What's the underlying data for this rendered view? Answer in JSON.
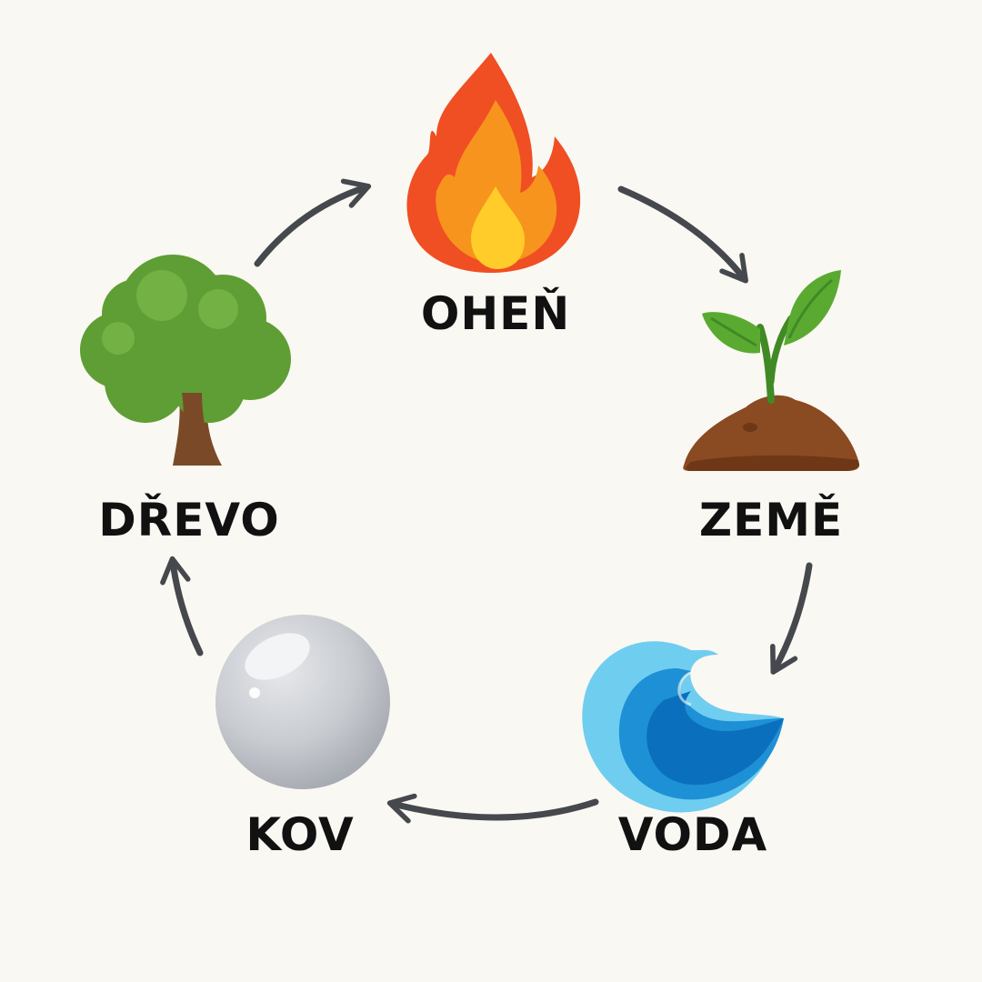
{
  "elements": [
    {
      "id": "fire",
      "label": "OHEŇ",
      "icon": "fire-icon"
    },
    {
      "id": "earth",
      "label": "ZEMĚ",
      "icon": "sprout-soil-icon"
    },
    {
      "id": "water",
      "label": "VODA",
      "icon": "wave-icon"
    },
    {
      "id": "metal",
      "label": "KOV",
      "icon": "metal-sphere-icon"
    },
    {
      "id": "wood",
      "label": "DŘEVO",
      "icon": "tree-icon"
    }
  ],
  "cycle_order": [
    "wood",
    "fire",
    "earth",
    "water",
    "metal",
    "wood"
  ],
  "colors": {
    "background": "#faf8f2",
    "label_text": "#111111",
    "arrow": "#45484d",
    "fire_outer": "#f04e23",
    "fire_mid": "#f7941d",
    "fire_inner": "#ffcc29",
    "leaf": "#5aaa32",
    "leaf_dark": "#3f8a24",
    "soil": "#8a4a22",
    "soil_dark": "#6e3817",
    "water_dark": "#0a6fbd",
    "water_mid": "#1e90d6",
    "water_light": "#6fcdf0",
    "metal": "#c8cbd0",
    "metal_light": "#e6e8eb",
    "tree_canopy": "#5e9e34",
    "tree_trunk": "#7a4a28"
  }
}
